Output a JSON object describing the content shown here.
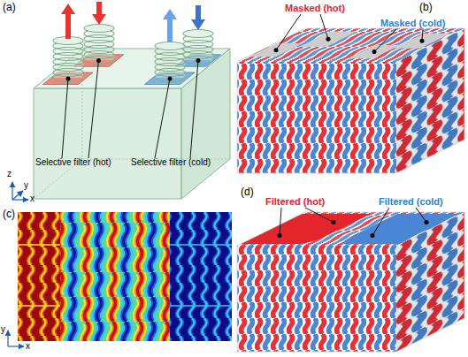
{
  "diagram": {
    "labels": [
      "(a)",
      "z",
      "y",
      "x",
      "Selective filter (hot)",
      "Selective filter (cold)",
      "(b)",
      "Masked (hot)",
      "Masked (cold)",
      "(c)",
      "y",
      "x",
      "(d)",
      "Filtered (hot)",
      "Filtered (cold)"
    ]
  }
}
